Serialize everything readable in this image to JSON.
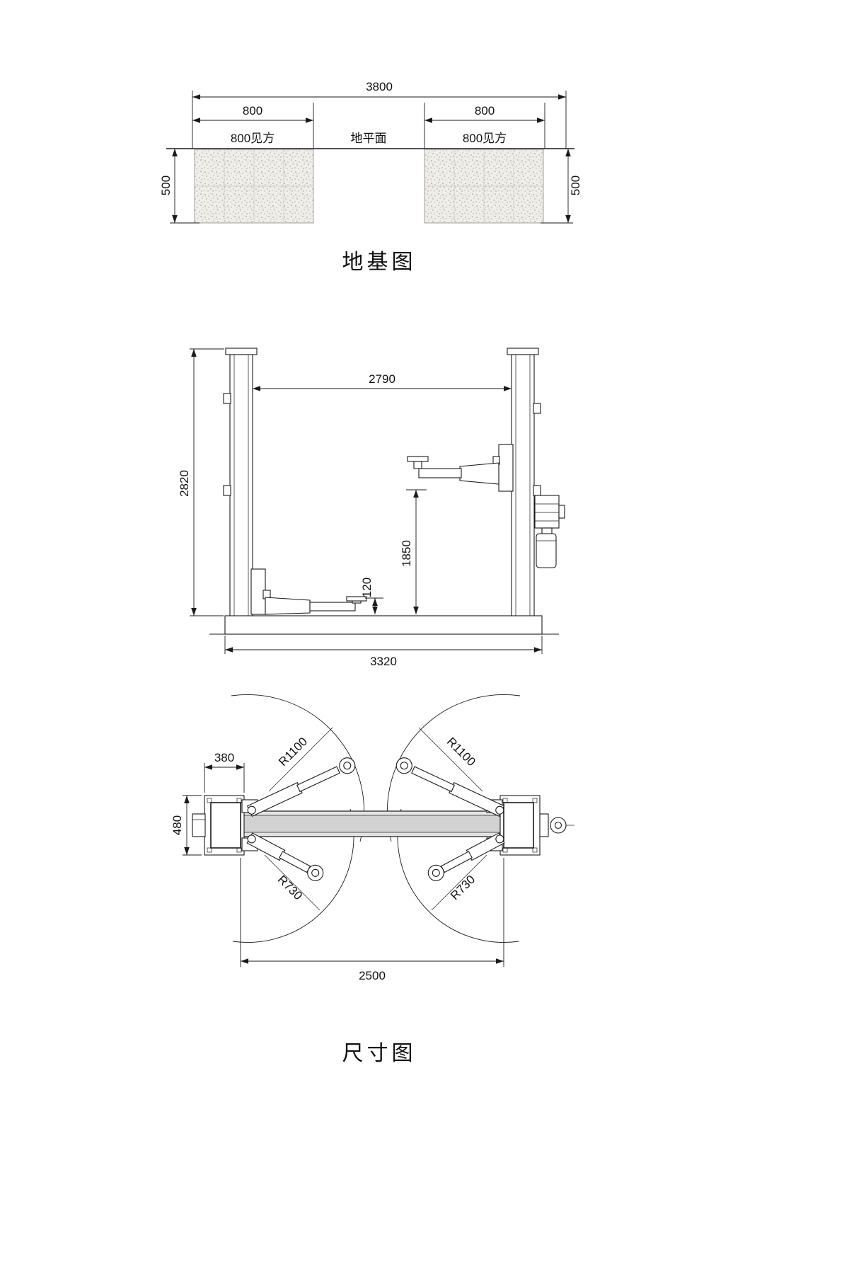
{
  "colors": {
    "line": "#1a1a1a",
    "concrete_fill": "#f0eee8",
    "beam_fill": "#dcdcdc",
    "background": "#ffffff"
  },
  "foundation_view": {
    "title": "地基图",
    "overall_width": "3800",
    "left_block_width": "800",
    "right_block_width": "800",
    "left_block_label": "800见方",
    "ground_label": "地平面",
    "right_block_label": "800见方",
    "left_depth": "500",
    "right_depth": "500"
  },
  "elevation_view": {
    "clear_span": "2790",
    "overall_height": "2820",
    "max_lift_height": "1850",
    "min_pad_height": "120",
    "base_width": "3320"
  },
  "plan_view": {
    "title": "尺寸图",
    "long_arm_radius_left": "R1100",
    "long_arm_radius_right": "R1100",
    "short_arm_radius_left": "R730",
    "short_arm_radius_right": "R730",
    "post_plate_width": "380",
    "post_plate_depth": "480",
    "inner_width": "2500"
  }
}
